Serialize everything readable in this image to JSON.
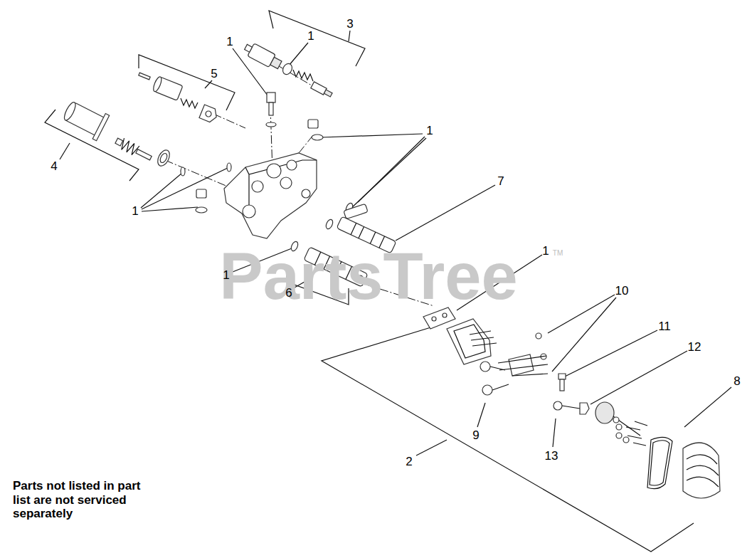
{
  "diagram": {
    "labels": [
      "3",
      "1",
      "1",
      "5",
      "1",
      "4",
      "1",
      "7",
      "1",
      "PartsTree",
      "TM",
      "1",
      "6",
      "10",
      "11",
      "12",
      "8",
      "9",
      "13",
      "2",
      "Parts not listed in part list are not serviced separately"
    ]
  }
}
